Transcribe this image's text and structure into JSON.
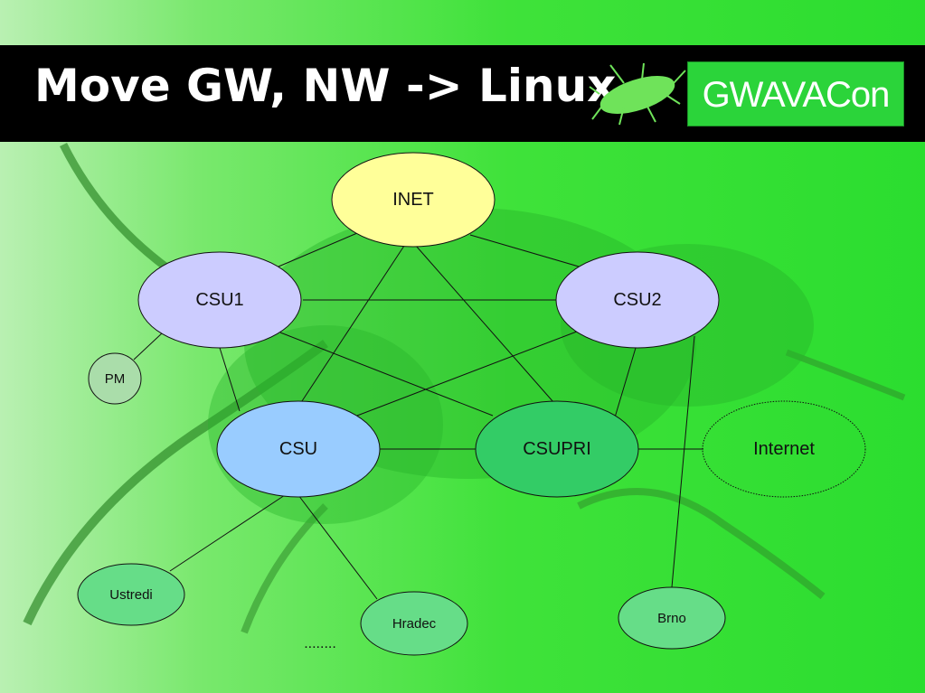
{
  "slide": {
    "title": "Move GW, NW -> Linux",
    "brand": "GWAVACon"
  },
  "nodes": {
    "inet": "INET",
    "csu1": "CSU1",
    "csu2": "CSU2",
    "pm": "PM",
    "csu": "CSU",
    "csupri": "CSUPRI",
    "internet": "Internet",
    "ustredi": "Ustredi",
    "hradec": "Hradec",
    "brno": "Brno",
    "ellipsis": "........"
  },
  "colors": {
    "inet": "#ffff99",
    "csu1": "#ccccff",
    "csu2": "#ccccff",
    "csu": "#99ccff",
    "csupri": "#33cc66",
    "small_node": "#66dd88",
    "pm": "#aaddaa"
  },
  "icons": [
    "bug-logo-icon",
    "bug-watermark-icon"
  ]
}
